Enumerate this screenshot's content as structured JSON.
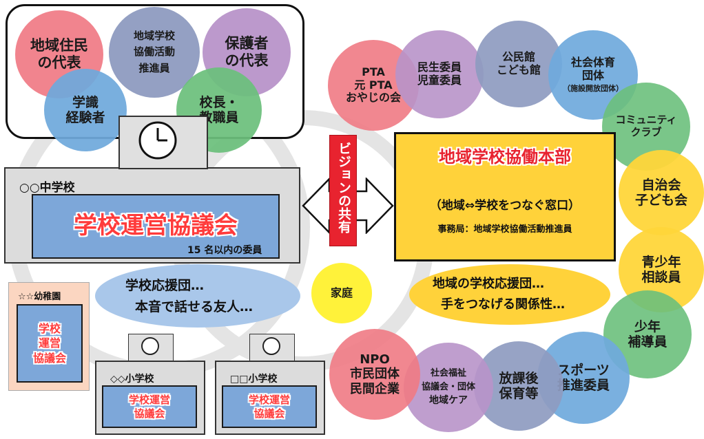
{
  "council_members": {
    "residents": [
      "地域住民",
      "の代表"
    ],
    "coordinator": [
      "地域学校",
      "協働活動",
      "推進員"
    ],
    "guardians": [
      "保護者",
      "の代表"
    ],
    "experts": [
      "学識",
      "経験者"
    ],
    "principal": [
      "校長・",
      "教職員"
    ]
  },
  "main_school": {
    "name": "○○中学校",
    "council_title": "学校運営協議会",
    "member_limit": "15 名以内の委員"
  },
  "support_left": [
    "学校応援団…",
    "本音で話せる友人…"
  ],
  "kindergarten": {
    "name": "☆☆幼稚園",
    "council": [
      "学校",
      "運営",
      "協議会"
    ]
  },
  "elementary_schools": [
    {
      "name": "◇◇小学校",
      "council": [
        "学校運営",
        "協議会"
      ]
    },
    {
      "name": "□□小学校",
      "council": [
        "学校運営",
        "協議会"
      ]
    }
  ],
  "vision_label": "ビジョンの共有",
  "home_label": "家庭",
  "headquarters": {
    "title": "地域学校協働本部",
    "subtitle": "（地域⇔学校をつなぐ窓口）",
    "office": "事務局：地域学校協働活動推進員"
  },
  "support_right": [
    "地域の学校応援団…",
    "手をつなげる関係性…"
  ],
  "community_groups": {
    "pta": [
      "PTA",
      "元 PTA",
      "おやじの会"
    ],
    "welfare_commissioner": [
      "民生委員",
      "児童委員"
    ],
    "community_center": [
      "公民館",
      "こども館"
    ],
    "social_sports": [
      "社会体育",
      "団体",
      "（施設開放団体）"
    ],
    "community_club": [
      "コミュニティ",
      "クラブ"
    ],
    "neighborhood": [
      "自治会",
      "子ども会"
    ],
    "youth_counselor": [
      "青少年",
      "相談員"
    ],
    "juvenile_guidance": [
      "少年",
      "補導員"
    ],
    "sports_promotion": [
      "スポーツ",
      "推進委員"
    ],
    "after_school": [
      "放課後",
      "保育等"
    ],
    "social_welfare": [
      "社会福祉",
      "協議会・団体",
      "地域ケア"
    ],
    "npo": [
      "NPO",
      "市民団体",
      "民間企業"
    ]
  },
  "colors": {
    "residents": "#f07a84",
    "coordinator": "#8e9bc0",
    "guardians": "#b893c9",
    "experts": "#6fa9dc",
    "principal": "#6cc07c",
    "council_blue": "#7da7d9",
    "title_red": "#ff3b3b",
    "headquarters": "#ffd23a",
    "support_blue": "#a9c7ea",
    "support_yellow": "#ffd23a",
    "home_yellow": "#fff23a",
    "vision_red": "#e8232f",
    "kindergarten_bg": "#fbd6c1"
  }
}
